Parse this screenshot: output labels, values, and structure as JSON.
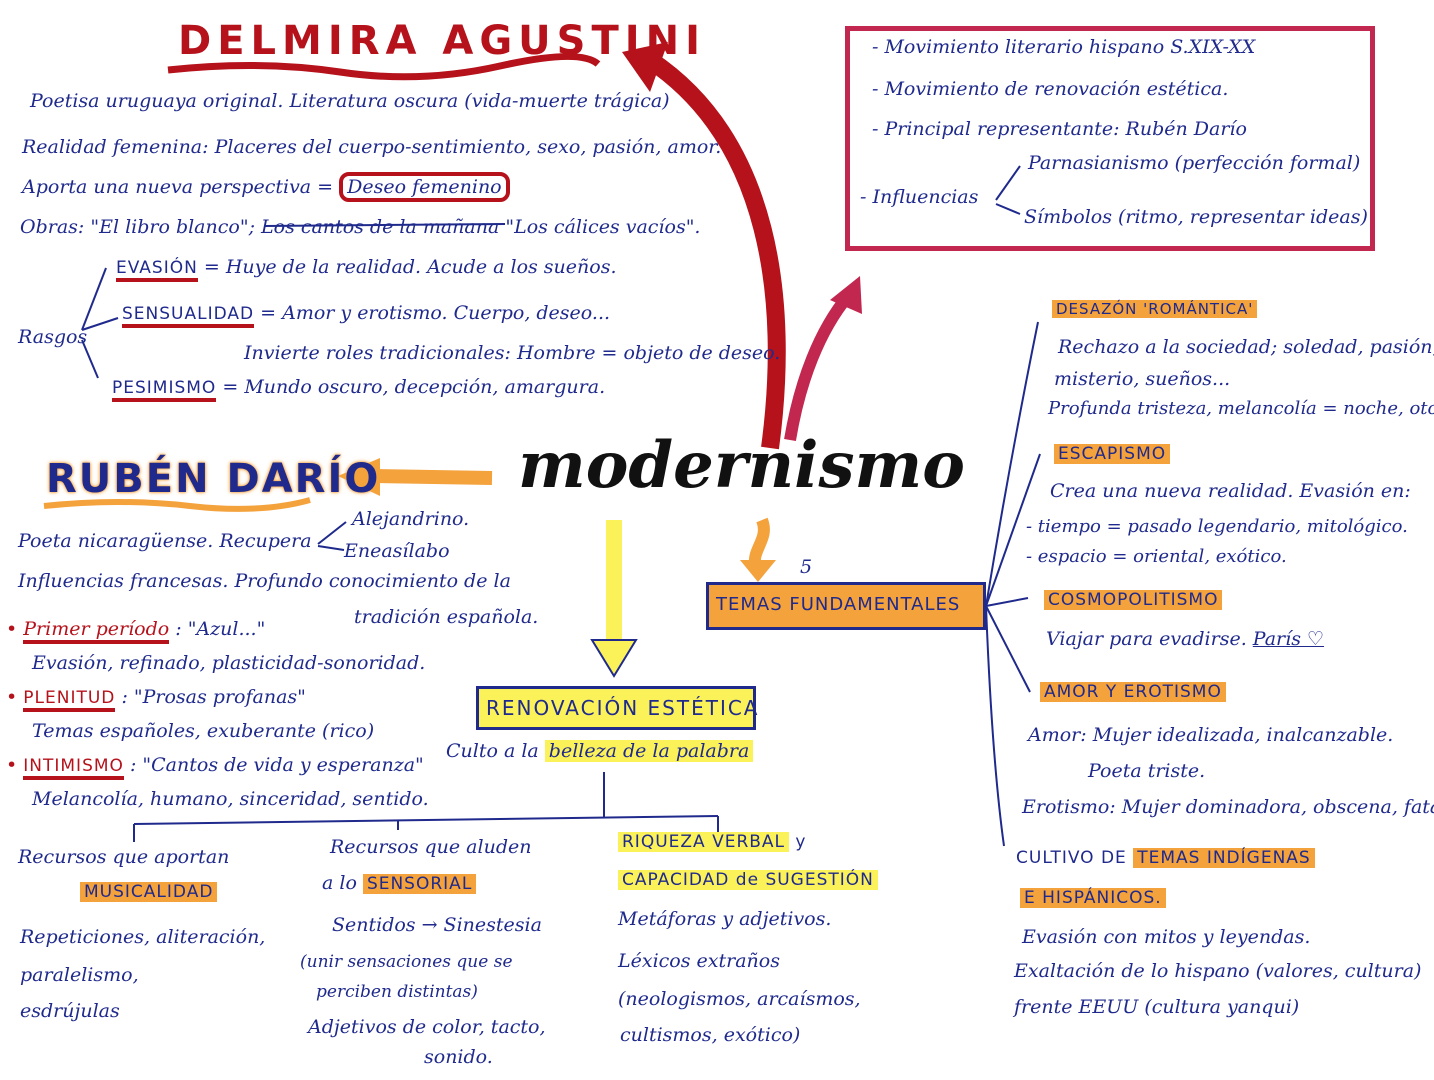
{
  "center": {
    "title": "modernismo"
  },
  "delmira": {
    "title": "DELMIRA AGUSTINI",
    "l1": "Poetisa uruguaya original. Literatura oscura (vida-muerte trágica)",
    "l2": "Realidad femenina: Placeres del cuerpo-sentimiento, sexo, pasión, amor.",
    "l3a": "Aporta una nueva perspectiva =",
    "l3b": "Deseo femenino",
    "l4a": "Obras: \"El libro blanco\";",
    "l4b": "Los cantos de la mañana",
    "l4c": "\"Los cálices vacíos\".",
    "rasgos": "Rasgos",
    "r1a": "EVASIÓN",
    "r1b": "= Huye de la realidad. Acude a los sueños.",
    "r2a": "SENSUALIDAD",
    "r2b": "= Amor y erotismo. Cuerpo, deseo...",
    "r2c": "Invierte roles tradicionales: Hombre = objeto de deseo.",
    "r3a": "PESIMISMO",
    "r3b": "= Mundo oscuro, decepción, amargura."
  },
  "infobox": {
    "l1": "- Movimiento literario hispano S.XIX-XX",
    "l2": "- Movimiento de renovación estética.",
    "l3": "- Principal representante: Rubén Darío",
    "l4": "- Influencias",
    "l4a": "Parnasianismo (perfección formal)",
    "l4b": "Símbolos (ritmo, representar ideas)"
  },
  "ruben": {
    "title": "RUBÉN DARÍO",
    "l1": "Poeta nicaragüense. Recupera",
    "l1a": "Alejandrino.",
    "l1b": "Eneasílabo",
    "l2": "Influencias francesas. Profundo conocimiento de la",
    "l3": "tradición española.",
    "p1a": "Primer período",
    "p1b": ": \"Azul...\"",
    "p1c": "Evasión, refinado, plasticidad-sonoridad.",
    "p2a": "PLENITUD",
    "p2b": ": \"Prosas profanas\"",
    "p2c": "Temas españoles, exuberante (rico)",
    "p3a": "INTIMISMO",
    "p3b": ": \"Cantos de vida y esperanza\"",
    "p3c": "Melancolía, humano, sinceridad, sentido."
  },
  "renovacion": {
    "title": "RENOVACIÓN ESTÉTICA",
    "sub_a": "Culto a la",
    "sub_b": "belleza de la palabra",
    "c1a": "Recursos que aportan",
    "c1b": "MUSICALIDAD",
    "c1c": "Repeticiones, aliteración,",
    "c1d": "paralelismo,",
    "c1e": "esdrújulas",
    "c2a": "Recursos que aluden",
    "c2b": "a lo",
    "c2c": "SENSORIAL",
    "c2d": "Sentidos → Sinestesia",
    "c2e": "(unir sensaciones que se",
    "c2f": "perciben distintas)",
    "c2g": "Adjetivos de color, tacto,",
    "c2h": "sonido.",
    "c3a": "RIQUEZA VERBAL",
    "c3b": "y",
    "c3c": "CAPACIDAD de SUGESTIÓN",
    "c3d": "Metáforas y adjetivos.",
    "c3e": "Léxicos extraños",
    "c3f": "(neologismos, arcaísmos,",
    "c3g": "cultismos, exótico)"
  },
  "temas": {
    "title": "TEMAS FUNDAMENTALES",
    "count": "5",
    "t1": "DESAZÓN 'ROMÁNTICA'",
    "t1a": "Rechazo a la sociedad; soledad, pasión,",
    "t1b": "misterio, sueños...",
    "t1c": "Profunda tristeza, melancolía = noche, otoño.",
    "t2": "ESCAPISMO",
    "t2a": "Crea una nueva realidad. Evasión en:",
    "t2b": "- tiempo = pasado legendario, mitológico.",
    "t2c": "- espacio = oriental, exótico.",
    "t3": "COSMOPOLITISMO",
    "t3a": "Viajar para evadirse.",
    "t3b": "París ♡",
    "t4": "AMOR Y EROTISMO",
    "t4a": "Amor: Mujer idealizada, inalcanzable.",
    "t4b": "Poeta triste.",
    "t4c": "Erotismo: Mujer dominadora, obscena, fatal",
    "t5a": "CULTIVO DE",
    "t5b": "TEMAS INDÍGENAS",
    "t5c": "E HISPÁNICOS.",
    "t5d": "Evasión con mitos y leyendas.",
    "t5e": "Exaltación de lo hispano (valores, cultura)",
    "t5f": "frente EEUU (cultura yanqui)"
  }
}
